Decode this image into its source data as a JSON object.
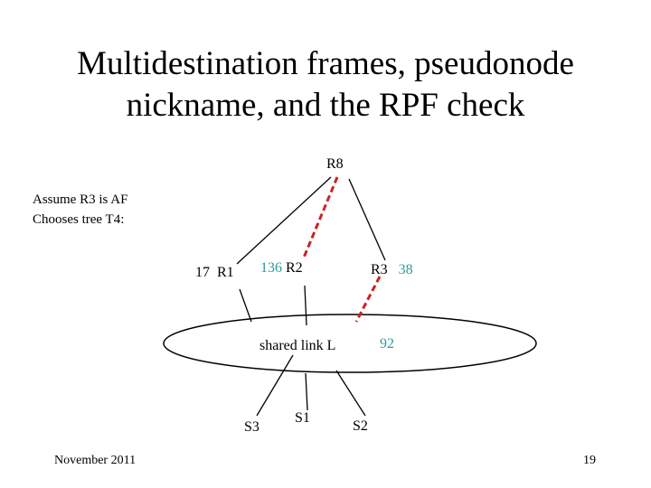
{
  "title": {
    "line1": "Multidestination frames, pseudonode",
    "line2": "nickname, and the RPF check"
  },
  "note": {
    "line1": "Assume R3 is AF",
    "line2": "Chooses tree T4:"
  },
  "nodes": {
    "r8": "R8",
    "r1": "R1",
    "r2": "R2",
    "r3": "R3",
    "s1": "S1",
    "s2": "S2",
    "s3": "S3",
    "link": "shared link L"
  },
  "nicknames": {
    "r1": "17",
    "r2": "136",
    "r3": "38",
    "pseudonode": "92"
  },
  "colors": {
    "tree_path": "#cc2222",
    "nickname": "#2e9c9c"
  },
  "footer": {
    "date": "November 2011",
    "page": "19"
  }
}
